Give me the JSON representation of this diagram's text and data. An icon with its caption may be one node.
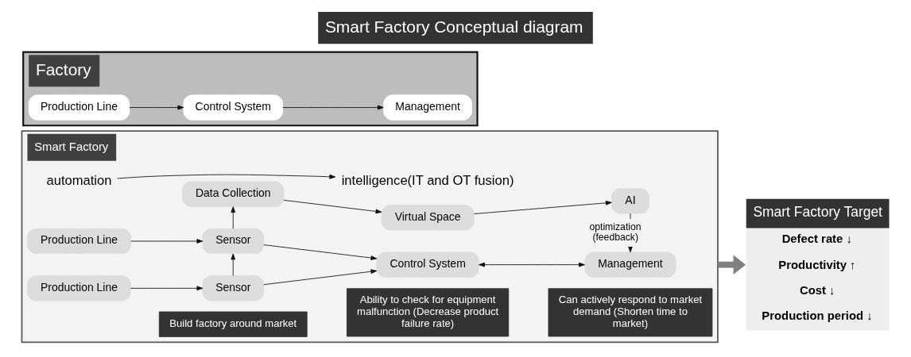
{
  "diagram": {
    "title": "Smart Factory Conceptual diagram",
    "nodes": [
      {
        "text": [
          "Factory"
        ]
      },
      {
        "text": [
          "Production Line"
        ],
        "in": 0
      },
      {
        "text": [
          "Control System"
        ],
        "in": 0
      },
      {
        "text": [
          "Management"
        ],
        "in": 0
      },
      {
        "text": [
          "Smart Factory Target",
          "Defect rate ↓",
          "Productivity ↑",
          "Cost ↓",
          "Production period ↓"
        ]
      },
      {
        "text": [
          "Smart Factory"
        ]
      },
      {
        "text": [
          "automation"
        ],
        "in": 5
      },
      {
        "text": [
          "intelligence(IT and OT fusion)"
        ],
        "in": 5
      },
      {
        "text": [
          "Data Collection"
        ],
        "in": 5
      },
      {
        "text": [
          "Virtual Space"
        ],
        "in": 5
      },
      {
        "text": [
          "AI"
        ],
        "in": 5
      },
      {
        "text": [
          "Production Line"
        ],
        "in": 5
      },
      {
        "text": [
          "Sensor"
        ],
        "in": 5
      },
      {
        "text": [
          "Control System"
        ],
        "in": 5
      },
      {
        "text": [
          "Management"
        ],
        "in": 5
      },
      {
        "text": [
          "Production Line"
        ],
        "in": 5
      },
      {
        "text": [
          "Sensor"
        ],
        "in": 5
      },
      {
        "text": [
          "Build factory around market"
        ],
        "in": 5
      },
      {
        "text": [
          "Ability to check for equipment malfunction (Decrease product failure rate)"
        ],
        "in": 5
      },
      {
        "text": [
          "Can actively respond to market demand (Shorten time to market)"
        ],
        "in": 5
      }
    ],
    "edges": [
      {
        "from": 1,
        "to": 2,
        "arrow": "to"
      },
      {
        "from": 2,
        "to": 3,
        "arrow": "to"
      },
      {
        "from": 6,
        "to": 7,
        "arrow": "to"
      },
      {
        "from": 8,
        "to": 9,
        "arrow": "to"
      },
      {
        "from": 9,
        "to": 10,
        "arrow": "to"
      },
      {
        "from": 10,
        "to": 14,
        "arrow": "to",
        "label": "optimization (feedback)"
      },
      {
        "from": 11,
        "to": 12,
        "arrow": "to"
      },
      {
        "from": 15,
        "to": 16,
        "arrow": "to"
      },
      {
        "from": 16,
        "to": 12,
        "arrow": "to"
      },
      {
        "from": 12,
        "to": 8,
        "arrow": "to"
      },
      {
        "from": 12,
        "to": 13,
        "arrow": "to"
      },
      {
        "from": 16,
        "to": 13,
        "arrow": "to"
      },
      {
        "from": 13,
        "to": 14,
        "arrow": "both"
      },
      {
        "from": 5,
        "to": 4,
        "arrow": "to",
        "style": "thick",
        "color": "#808080"
      }
    ]
  }
}
